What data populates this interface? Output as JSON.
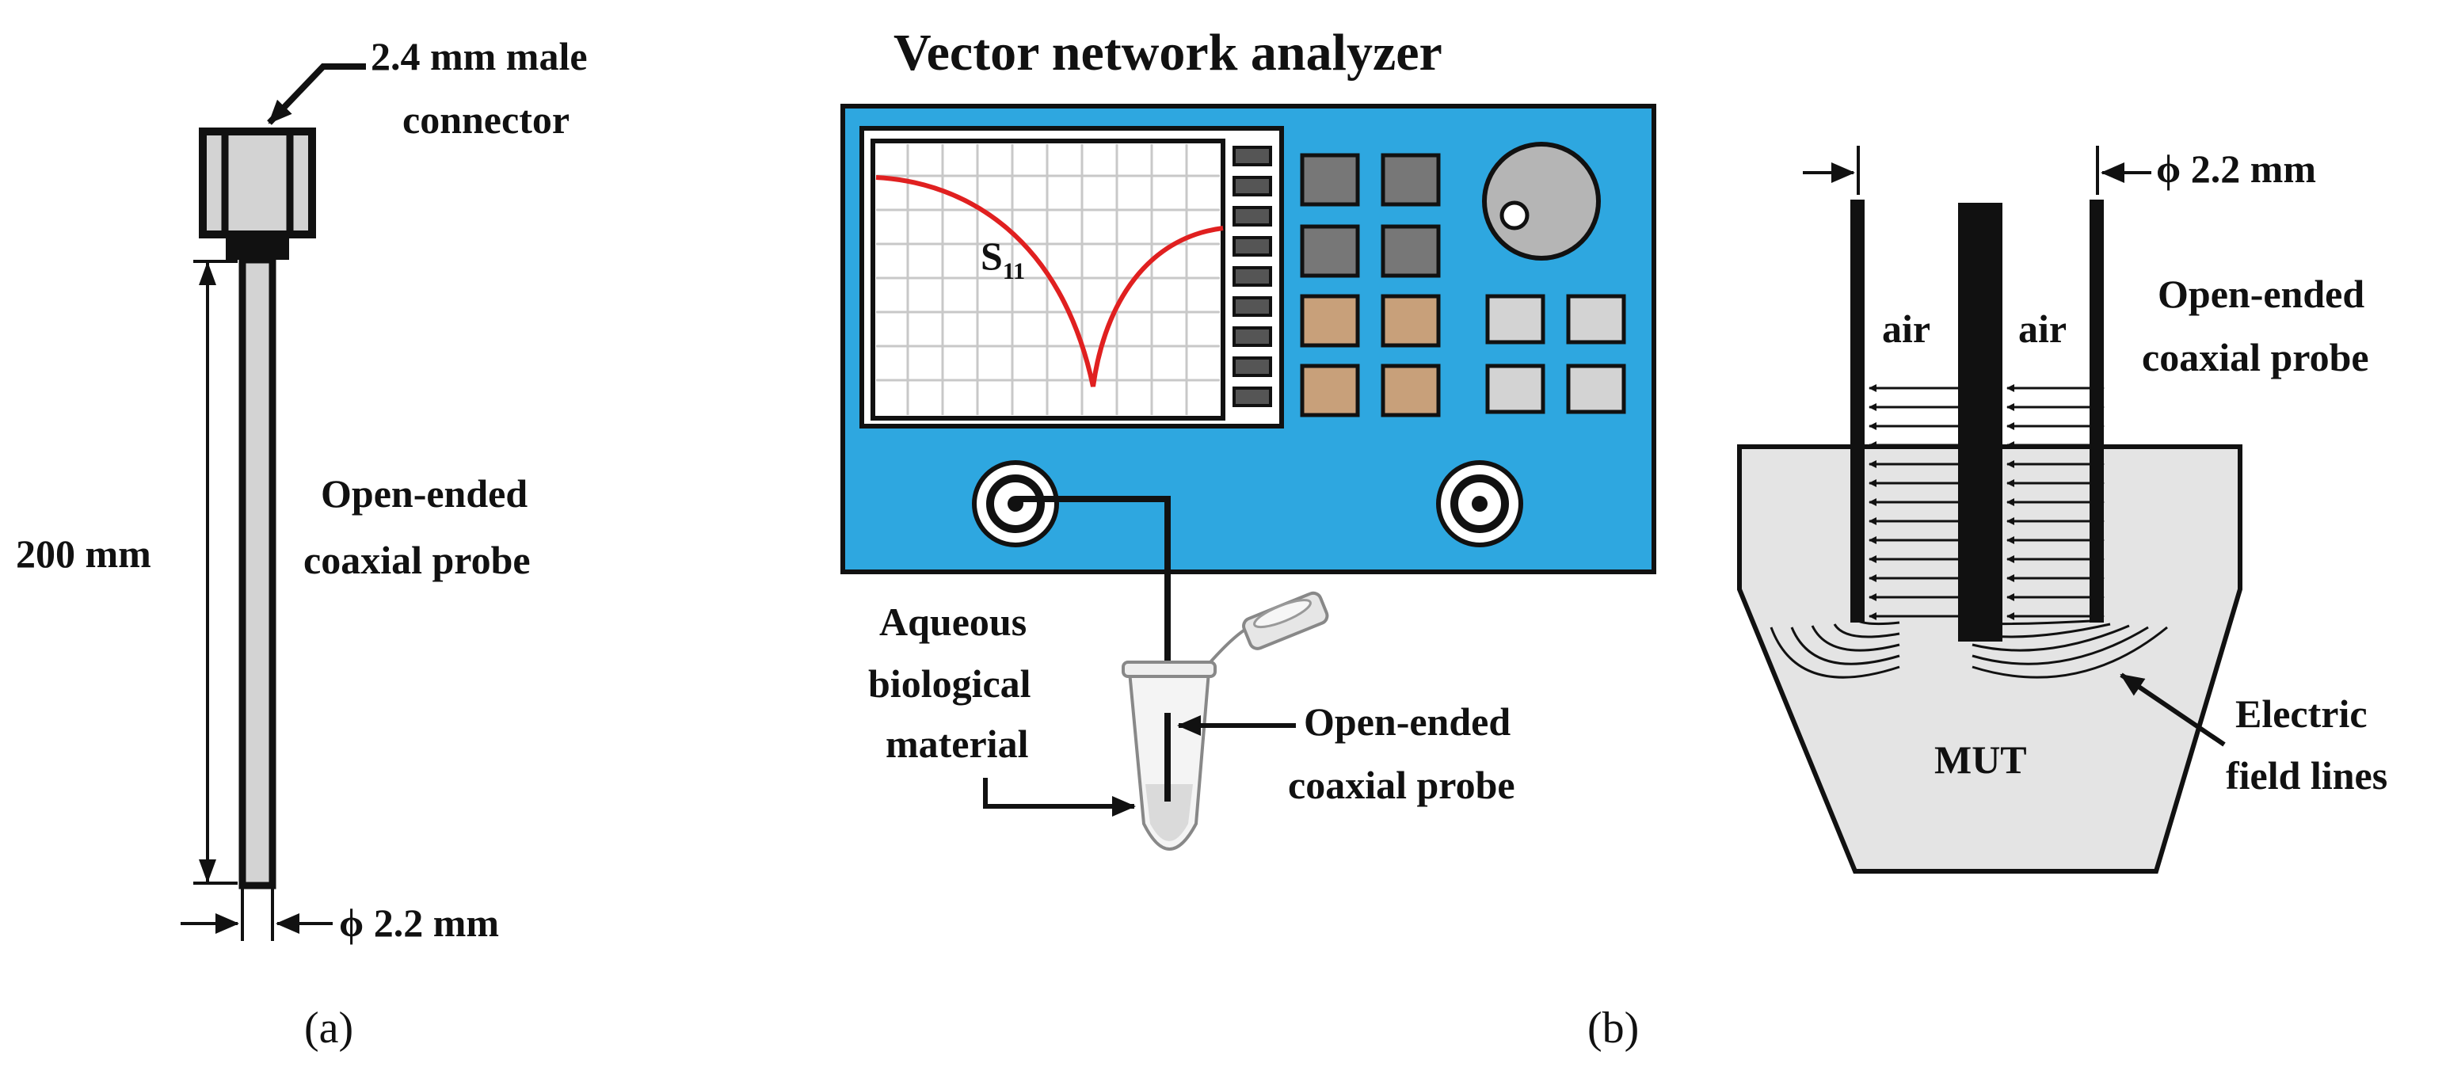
{
  "panel_a": {
    "connector_label_line1": "2.4 mm male",
    "connector_label_line2": "connector",
    "length_label": "200 mm",
    "probe_label_line1": "Open-ended",
    "probe_label_line2": "coaxial probe",
    "diameter_label": "ϕ 2.2 mm",
    "caption": "(a)"
  },
  "panel_b": {
    "title": "Vector network analyzer",
    "s_param_main": "S",
    "s_param_sub": "11",
    "sample_label_line1": "Aqueous",
    "sample_label_line2": "biological",
    "sample_label_line3": "material",
    "probe_label_line1": "Open-ended",
    "probe_label_line2": "coaxial probe",
    "caption": "(b)",
    "colors": {
      "vna_body": "#2ea7e0",
      "trace": "#e02020",
      "key_dark": "#777777",
      "key_tan": "#c8a07a",
      "key_light": "#d3d3d3",
      "mut_fill": "#e4e4e4",
      "probe_fill": "#d3d3d3"
    }
  },
  "panel_c": {
    "diameter_label": "ϕ 2.2 mm",
    "air_left": "air",
    "air_right": "air",
    "probe_label_line1": "Open-",
    "probe_label_line2": "ended",
    "probe_label_line3": "coaxial probe",
    "mut_label": "MUT",
    "field_label_line1": "Electric",
    "field_label_line2": "field lines"
  }
}
